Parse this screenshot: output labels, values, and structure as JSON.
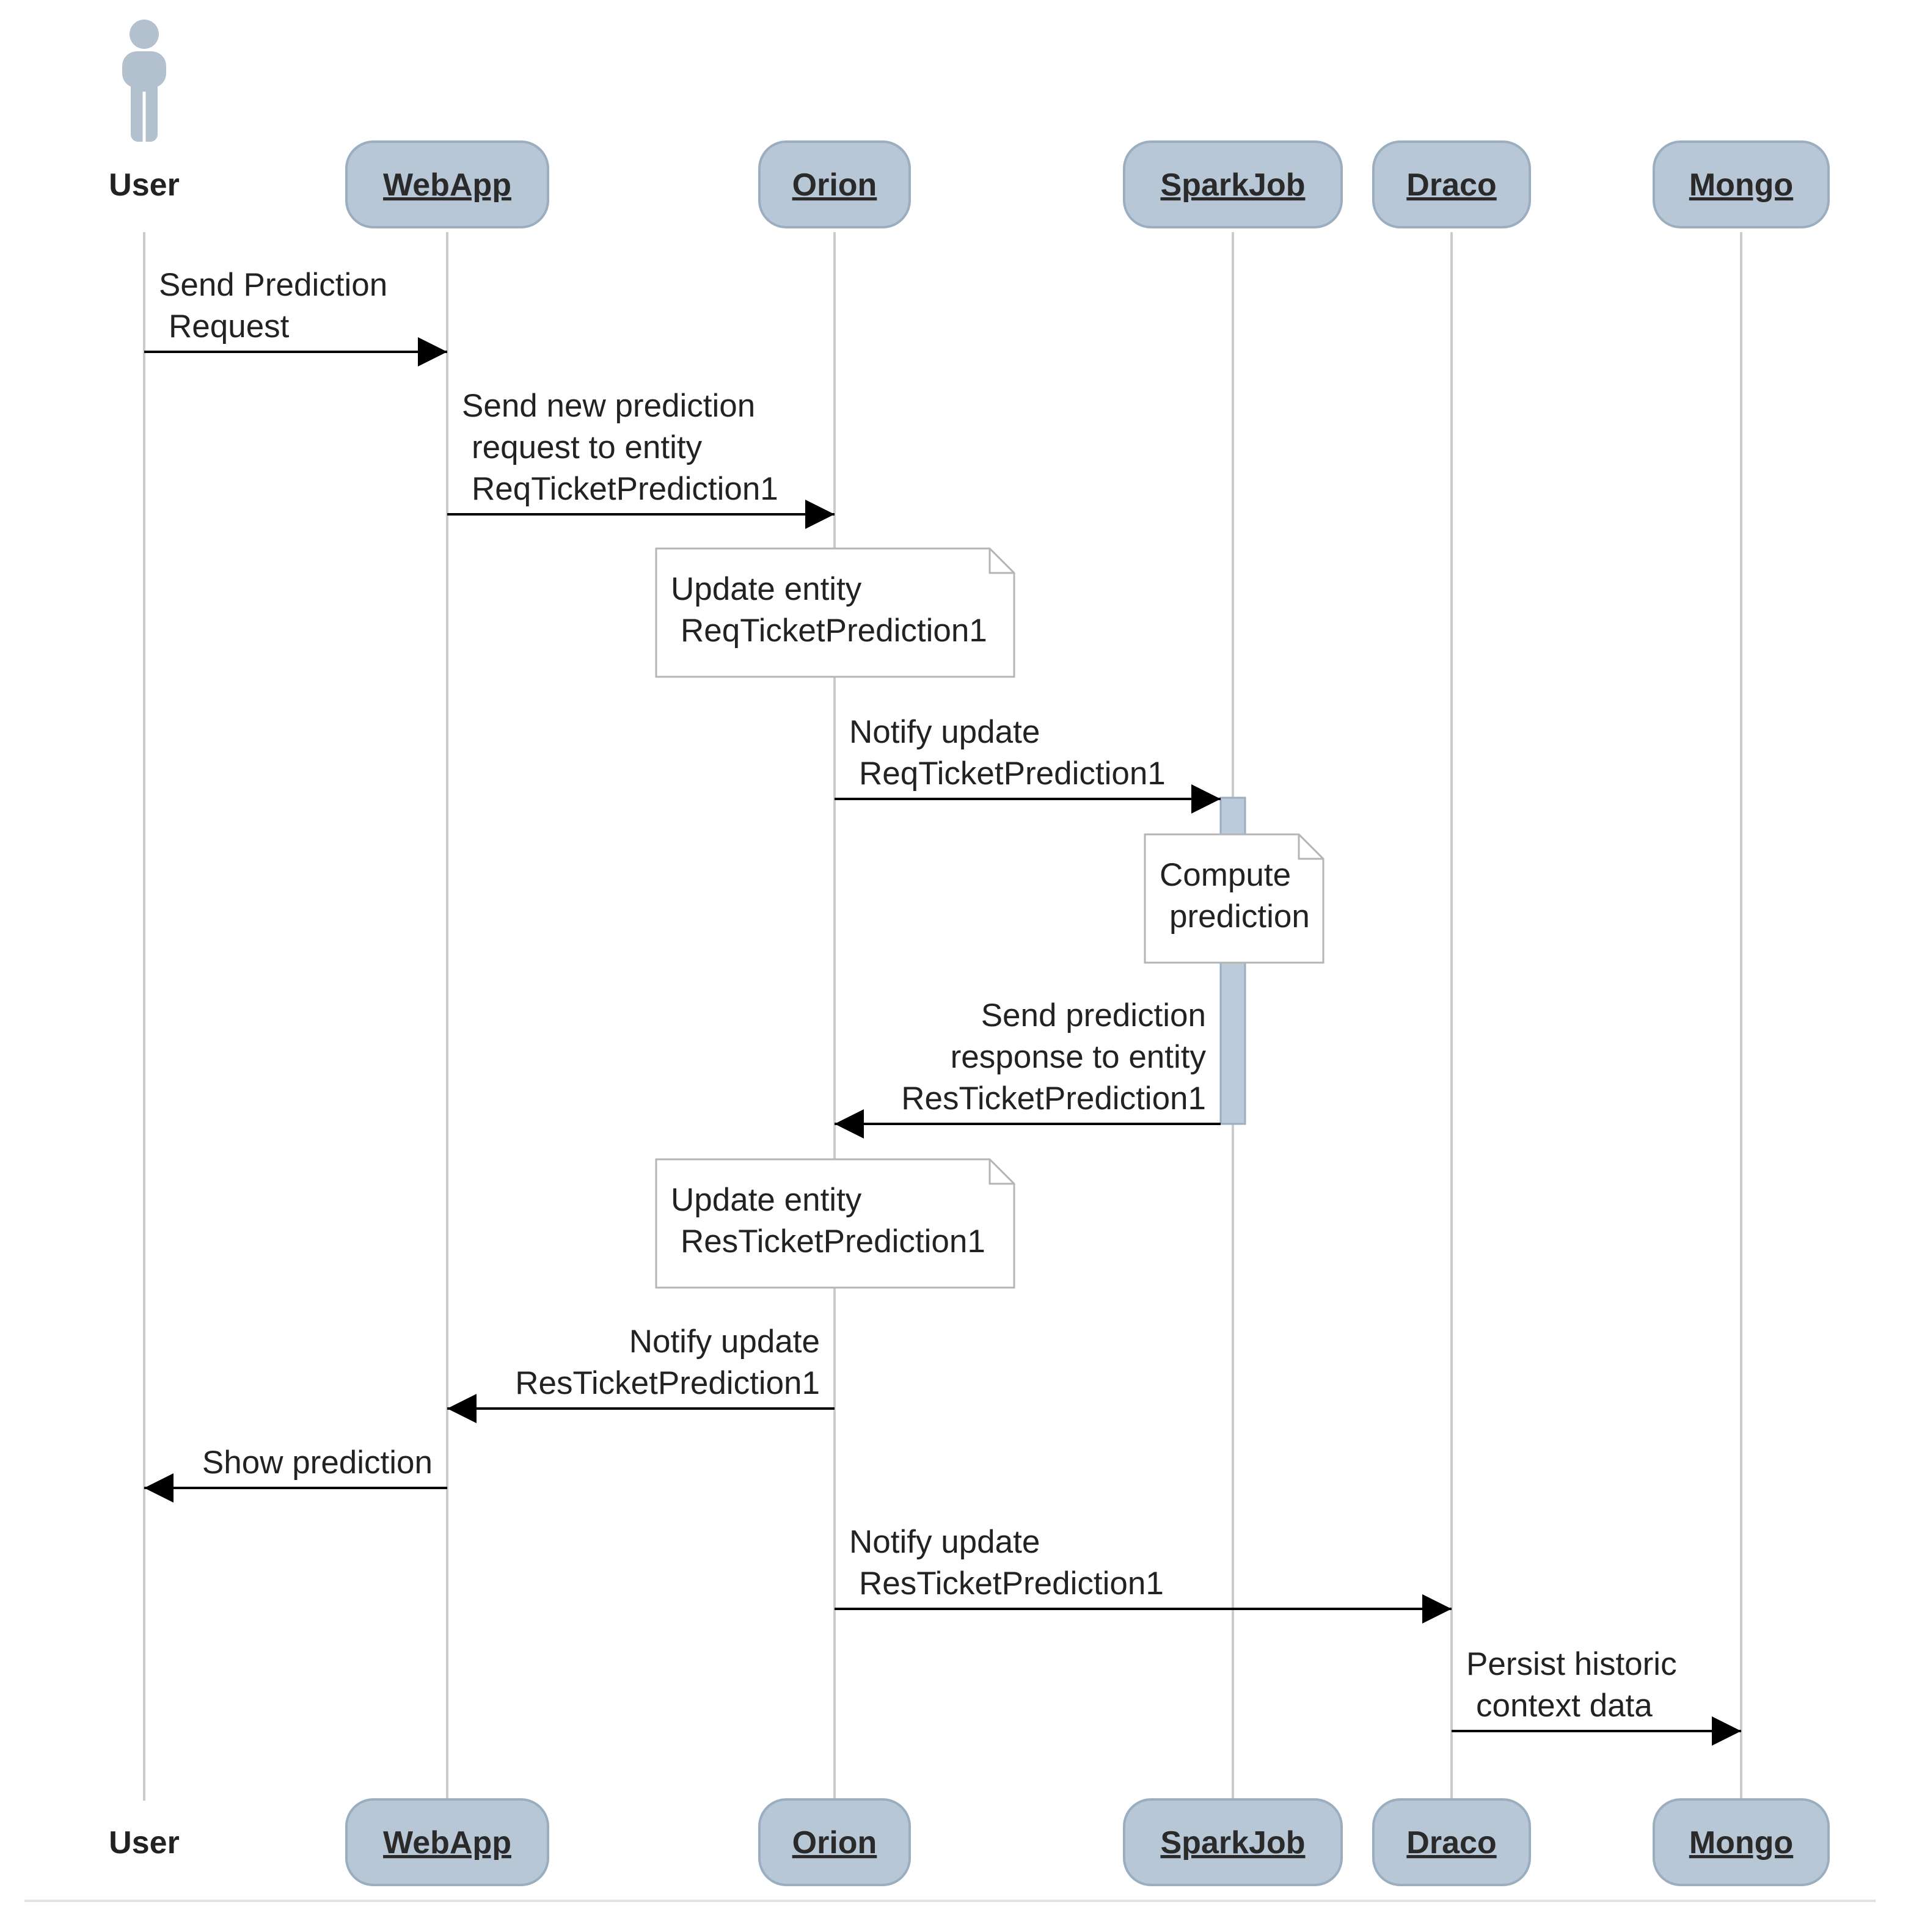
{
  "participants": [
    {
      "id": "user",
      "label": "User",
      "kind": "actor"
    },
    {
      "id": "webapp",
      "label": "WebApp",
      "kind": "box"
    },
    {
      "id": "orion",
      "label": "Orion",
      "kind": "box"
    },
    {
      "id": "sparkjob",
      "label": "SparkJob",
      "kind": "box"
    },
    {
      "id": "draco",
      "label": "Draco",
      "kind": "box"
    },
    {
      "id": "mongo",
      "label": "Mongo",
      "kind": "box"
    }
  ],
  "messages": [
    {
      "from": "user",
      "to": "webapp",
      "lines": [
        "Send Prediction",
        "Request"
      ]
    },
    {
      "from": "webapp",
      "to": "orion",
      "lines": [
        "Send new prediction",
        "request to entity",
        "ReqTicketPrediction1"
      ]
    },
    {
      "from": "orion",
      "to": "sparkjob",
      "lines": [
        "Notify update",
        "ReqTicketPrediction1"
      ]
    },
    {
      "from": "sparkjob",
      "to": "orion",
      "lines": [
        "Send prediction",
        "response to entity",
        "ResTicketPrediction1"
      ]
    },
    {
      "from": "orion",
      "to": "webapp",
      "lines": [
        "Notify update",
        "ResTicketPrediction1"
      ]
    },
    {
      "from": "webapp",
      "to": "user",
      "lines": [
        "Show prediction"
      ]
    },
    {
      "from": "orion",
      "to": "draco",
      "lines": [
        "Notify update",
        "ResTicketPrediction1"
      ]
    },
    {
      "from": "draco",
      "to": "mongo",
      "lines": [
        "Persist historic",
        "context data"
      ]
    }
  ],
  "notes": [
    {
      "over": "orion",
      "lines": [
        "Update entity",
        "ReqTicketPrediction1"
      ]
    },
    {
      "over": "sparkjob",
      "lines": [
        "Compute",
        "prediction"
      ]
    },
    {
      "over": "orion",
      "lines": [
        "Update entity",
        "ResTicketPrediction1"
      ]
    }
  ],
  "colors": {
    "participant_fill": "#b8c7d6",
    "participant_stroke": "#9aaebf",
    "actor_fill": "#b3c1cf",
    "lifeline": "#cccccc",
    "activation_fill": "#bccbd9",
    "arrow": "#000000",
    "note_stroke": "#b5b5b5"
  }
}
